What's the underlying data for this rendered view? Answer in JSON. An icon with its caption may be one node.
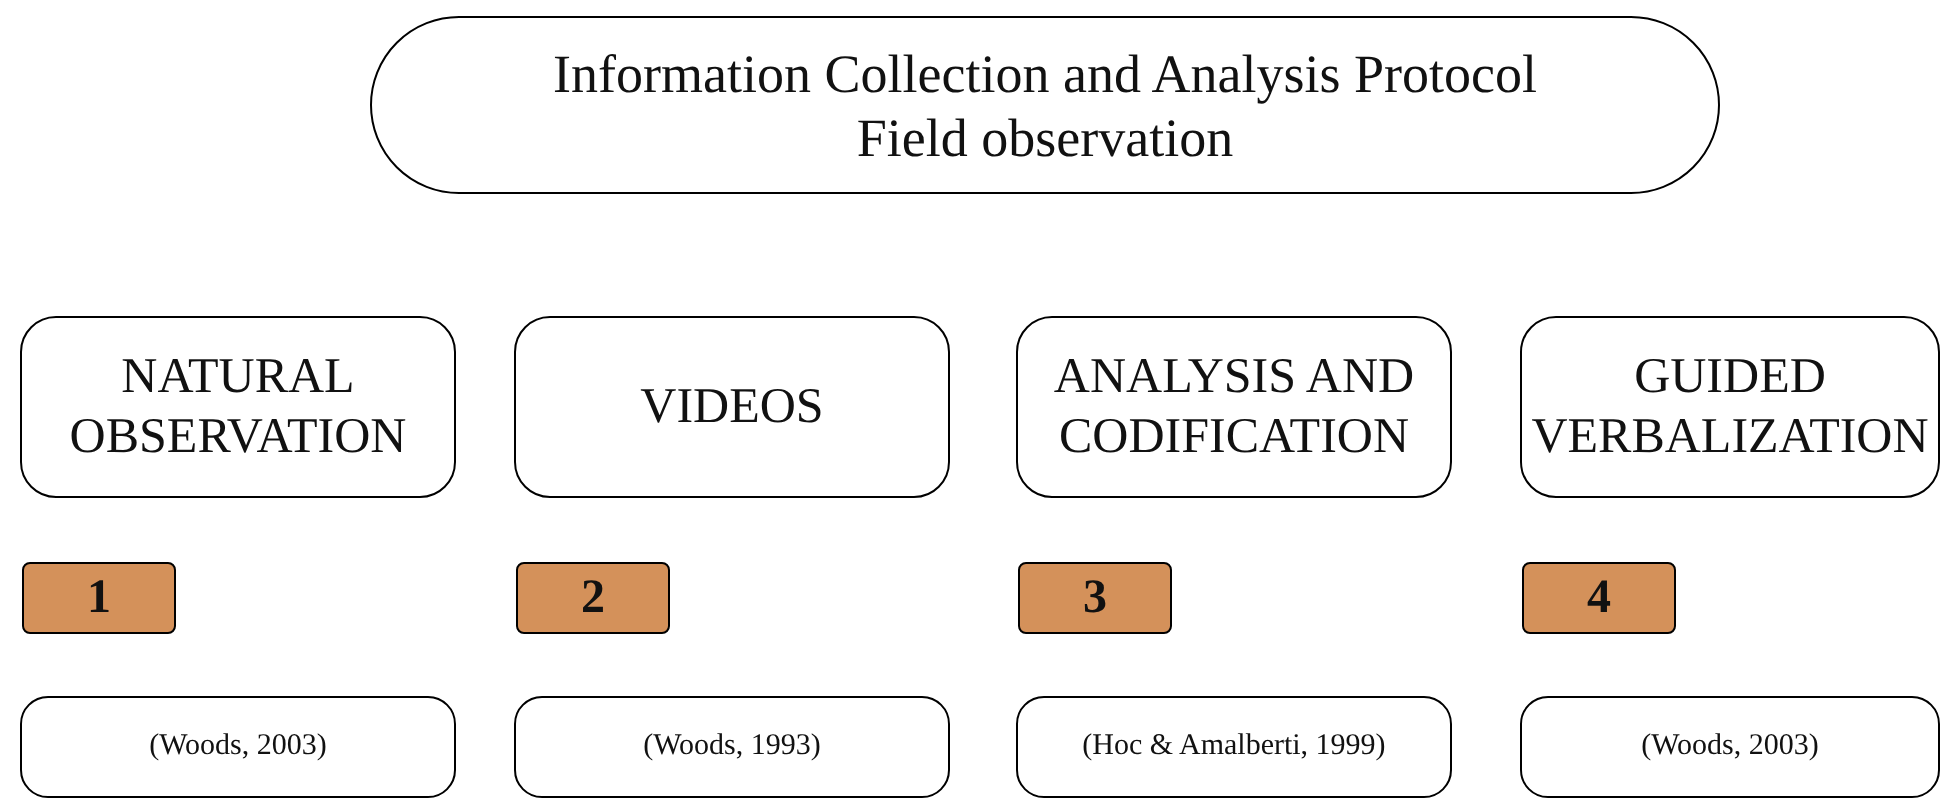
{
  "diagram": {
    "nodes": [
      {
        "text": [
          "Information Collection and Analysis Protocol",
          "Field observation"
        ]
      },
      {
        "text": [
          "NATURAL OBSERVATION"
        ]
      },
      {
        "text": [
          "VIDEOS"
        ]
      },
      {
        "text": [
          "ANALYSIS AND CODIFICATION"
        ]
      },
      {
        "text": [
          "GUIDED VERBALIZATION"
        ]
      },
      {
        "text": [
          "1"
        ]
      },
      {
        "text": [
          "2"
        ]
      },
      {
        "text": [
          "3"
        ]
      },
      {
        "text": [
          "4"
        ]
      },
      {
        "text": [
          "(Woods, 2003)"
        ]
      },
      {
        "text": [
          "(Woods, 1993)"
        ]
      },
      {
        "text": [
          "(Hoc & Amalberti, 1999)"
        ]
      },
      {
        "text": [
          "(Woods, 2003)"
        ]
      }
    ]
  }
}
